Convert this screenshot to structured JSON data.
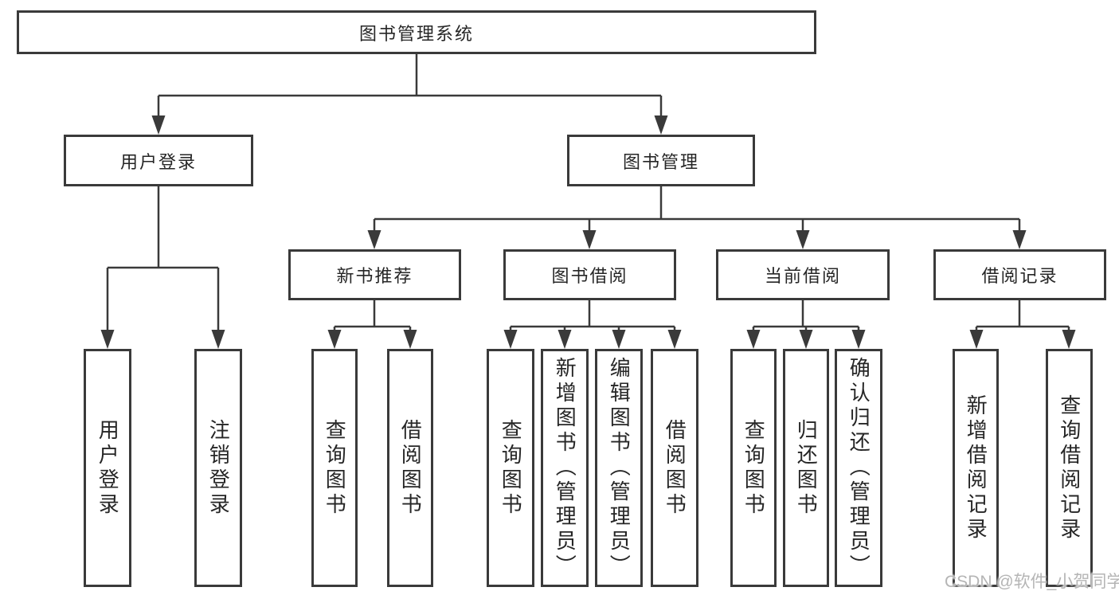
{
  "tree": {
    "label": "图书管理系统",
    "children": [
      {
        "label": "用户登录",
        "children": [
          {
            "label": "用户登录"
          },
          {
            "label": "注销登录"
          }
        ]
      },
      {
        "label": "图书管理",
        "children": [
          {
            "label": "新书推荐",
            "children": [
              {
                "label": "查询图书"
              },
              {
                "label": "借阅图书"
              }
            ]
          },
          {
            "label": "图书借阅",
            "children": [
              {
                "label": "查询图书"
              },
              {
                "label": "新增图书（管理员）"
              },
              {
                "label": "编辑图书（管理员）"
              },
              {
                "label": "借阅图书"
              }
            ]
          },
          {
            "label": "当前借阅",
            "children": [
              {
                "label": "查询图书"
              },
              {
                "label": "归还图书"
              },
              {
                "label": "确认归还（管理员）"
              }
            ]
          },
          {
            "label": "借阅记录",
            "children": [
              {
                "label": "新增借阅记录"
              },
              {
                "label": "查询借阅记录"
              }
            ]
          }
        ]
      }
    ]
  },
  "watermark": "CSDN @软件_小贺同学",
  "colors": {
    "line": "#3a3a3a",
    "text": "#262626",
    "watermark": "#b5b5b5",
    "background": "#ffffff"
  }
}
